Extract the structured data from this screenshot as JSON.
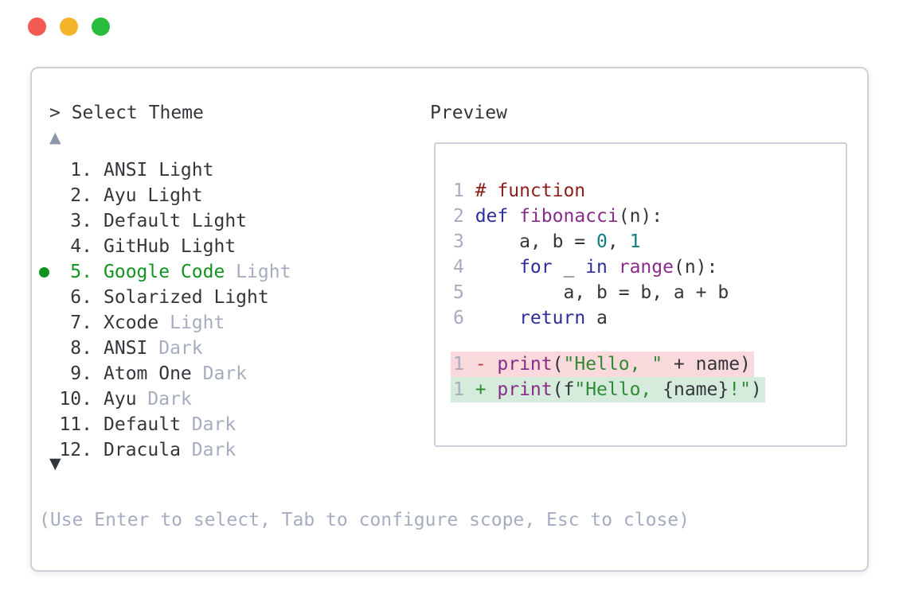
{
  "colors": {
    "text_dark": "#33373c",
    "muted": "#a5adbf",
    "arrow_muted": "#8c97aa",
    "accent_green": "#11941f",
    "keyword_blue": "#2d2d9b",
    "function_purple": "#8a2b8a",
    "comment_red": "#8c1f1a",
    "number_teal": "#0e7f7f",
    "string_green": "#2f8b35",
    "diff_minus_red": "#c44040",
    "diff_plus_green": "#2e8b2e",
    "diff_removed_bg": "#f9d9db",
    "diff_added_bg": "#d5ecdc",
    "traffic_red": "#f25a52",
    "traffic_yellow": "#f4b42a",
    "traffic_green": "#28be3c"
  },
  "picker": {
    "prompt": "> Select Theme",
    "scroll_up_symbol": "▲",
    "scroll_down_symbol": "▼",
    "items": [
      {
        "number": "1.",
        "name": "ANSI Light",
        "muted": "",
        "selected": false
      },
      {
        "number": "2.",
        "name": "Ayu Light",
        "muted": "",
        "selected": false
      },
      {
        "number": "3.",
        "name": "Default Light",
        "muted": "",
        "selected": false
      },
      {
        "number": "4.",
        "name": "GitHub Light",
        "muted": "",
        "selected": false
      },
      {
        "number": "5.",
        "name": "Google Code",
        "muted": "Light",
        "selected": true
      },
      {
        "number": "6.",
        "name": "Solarized Light",
        "muted": "",
        "selected": false
      },
      {
        "number": "7.",
        "name": "Xcode",
        "muted": "Light",
        "selected": false
      },
      {
        "number": "8.",
        "name": "ANSI",
        "muted": "Dark",
        "selected": false
      },
      {
        "number": "9.",
        "name": "Atom One",
        "muted": "Dark",
        "selected": false
      },
      {
        "number": "10.",
        "name": "Ayu",
        "muted": "Dark",
        "selected": false
      },
      {
        "number": "11.",
        "name": "Default",
        "muted": "Dark",
        "selected": false
      },
      {
        "number": "12.",
        "name": "Dracula",
        "muted": "Dark",
        "selected": false
      }
    ],
    "help": "(Use Enter to select, Tab to configure scope, Esc to close)"
  },
  "preview": {
    "label": "Preview",
    "code_lines": [
      {
        "num": "1",
        "tokens": [
          {
            "c": "cm",
            "t": "# function"
          }
        ]
      },
      {
        "num": "2",
        "tokens": [
          {
            "c": "kw",
            "t": "def"
          },
          {
            "c": "pl",
            "t": " "
          },
          {
            "c": "fn",
            "t": "fibonacci"
          },
          {
            "c": "pl",
            "t": "(n):"
          }
        ]
      },
      {
        "num": "3",
        "tokens": [
          {
            "c": "pl",
            "t": "    a, b = "
          },
          {
            "c": "nm",
            "t": "0"
          },
          {
            "c": "pl",
            "t": ", "
          },
          {
            "c": "nm",
            "t": "1"
          }
        ]
      },
      {
        "num": "4",
        "tokens": [
          {
            "c": "pl",
            "t": "    "
          },
          {
            "c": "kw",
            "t": "for"
          },
          {
            "c": "pl",
            "t": " _ "
          },
          {
            "c": "kw",
            "t": "in"
          },
          {
            "c": "pl",
            "t": " "
          },
          {
            "c": "fn",
            "t": "range"
          },
          {
            "c": "pl",
            "t": "(n):"
          }
        ]
      },
      {
        "num": "5",
        "tokens": [
          {
            "c": "pl",
            "t": "        a, b = b, a + b"
          }
        ]
      },
      {
        "num": "6",
        "tokens": [
          {
            "c": "pl",
            "t": "    "
          },
          {
            "c": "kw",
            "t": "return"
          },
          {
            "c": "pl",
            "t": " a"
          }
        ]
      }
    ],
    "diff_lines": [
      {
        "num": "1",
        "kind": "removed",
        "tokens": [
          {
            "c": "del",
            "t": "- "
          },
          {
            "c": "fn",
            "t": "print"
          },
          {
            "c": "pl",
            "t": "("
          },
          {
            "c": "str",
            "t": "\"Hello, \""
          },
          {
            "c": "pl",
            "t": " + name)"
          }
        ]
      },
      {
        "num": "1",
        "kind": "added",
        "tokens": [
          {
            "c": "add",
            "t": "+ "
          },
          {
            "c": "fn",
            "t": "print"
          },
          {
            "c": "pl",
            "t": "(f"
          },
          {
            "c": "str",
            "t": "\"Hello, "
          },
          {
            "c": "pl",
            "t": "{name}"
          },
          {
            "c": "str",
            "t": "!\""
          },
          {
            "c": "pl",
            "t": ")"
          }
        ]
      }
    ]
  }
}
